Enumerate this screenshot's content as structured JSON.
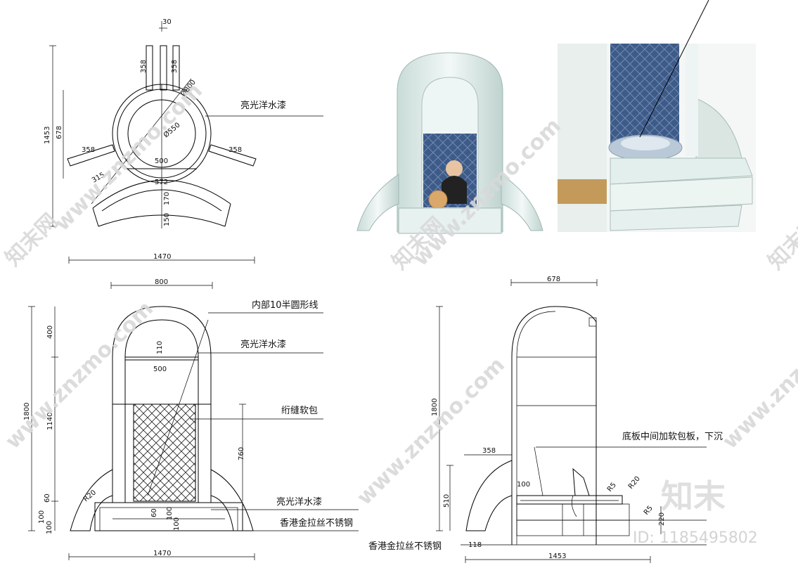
{
  "plan": {
    "d30": "30",
    "d358a": "358",
    "d358b": "358",
    "d800": "Ø800",
    "d550": "Ø550",
    "d1453": "1453",
    "d678": "678",
    "d358l": "358",
    "d358r": "358",
    "d500": "500",
    "d572": "572",
    "d315": "315",
    "d170": "170",
    "d150": "150",
    "d1470": "1470",
    "label_paint": "亮光洋水漆"
  },
  "front": {
    "d800": "800",
    "d400": "400",
    "d1800": "1800",
    "d1140": "1140",
    "d110": "110",
    "d500": "500",
    "d760": "760",
    "d60a": "60",
    "dR20": "R20",
    "d100a": "100",
    "d100b": "100",
    "d60b": "60",
    "d100c": "100",
    "d100d": "100",
    "d1470": "1470",
    "label_inner": "内部10半圆形线",
    "label_paint": "亮光洋水漆",
    "label_soft": "绗缝软包",
    "label_paint2": "亮光洋水漆",
    "label_steel": "香港金拉丝不锈钢"
  },
  "side": {
    "d678": "678",
    "d1800": "1800",
    "d358": "358",
    "d510": "510",
    "d100": "100",
    "dR5a": "R5",
    "dR20": "R20",
    "dR5b": "R5",
    "d220": "220",
    "d118": "118",
    "d1453": "1453",
    "label_floor": "底板中间加软包板，下沉",
    "label_steel": "香港金拉丝不锈钢"
  },
  "watermarks": {
    "brand": "知末",
    "image_id": "ID: 1185495802",
    "site": "www.znzmo.com",
    "site_cn": "知末网"
  },
  "colors": {
    "capsule": "#e4f0ee",
    "cushion": "#3d5a86",
    "line": "#000000"
  }
}
